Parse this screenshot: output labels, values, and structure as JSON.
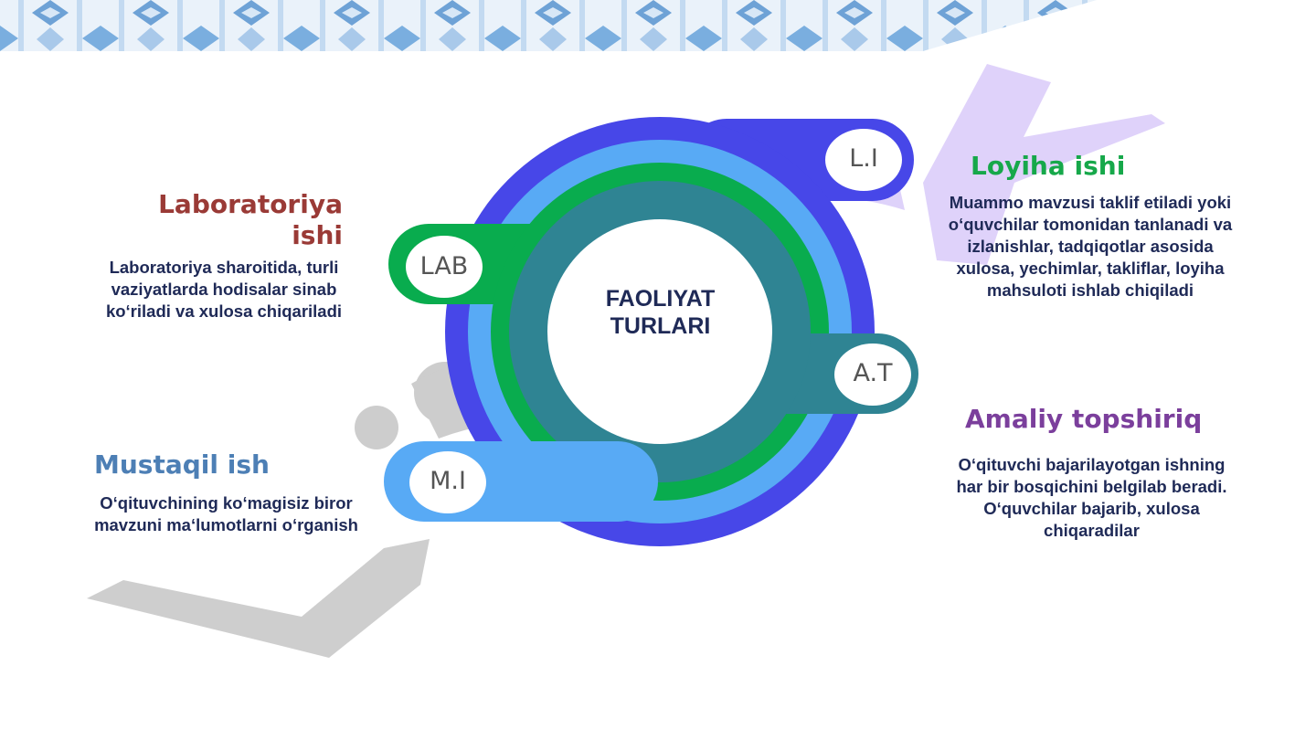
{
  "center": {
    "line1": "FAOLIYAT",
    "line2": "TURLARI"
  },
  "tags": {
    "li": "L.I",
    "lab": "LAB",
    "at": "A.T",
    "mi": "M.I"
  },
  "sections": {
    "loyiha": {
      "title": "Loyiha ishi",
      "desc": "Muammo mavzusi taklif etiladi yoki o‘quvchilar tomonidan tanlanadi va izlanishlar, tadqiqotlar asosida xulosa, yechimlar, takliflar, loyiha mahsuloti ishlab chiqiladi"
    },
    "laboratoriya": {
      "title_line1": "Laboratoriya",
      "title_line2": "ishi",
      "desc": "Laboratoriya sharoitida, turli vaziyatlarda hodisalar sinab ko‘riladi va xulosa chiqariladi"
    },
    "amaliy": {
      "title": "Amaliy topshiriq",
      "desc": "O‘qituvchi bajarilayotgan ishning har bir bosqichini belgilab beradi. O‘quvchilar bajarib, xulosa chiqaradilar"
    },
    "mustaqil": {
      "title": "Mustaqil ish",
      "desc": "O‘qituvchining ko‘magisiz biror mavzuni ma‘lumotlarni o‘rganish"
    }
  },
  "colors": {
    "ring_outer": "#4747e8",
    "ring_light": "#58aaf5",
    "ring_green": "#09ac4e",
    "ring_teal": "#2f8493",
    "loyiha_title": "#16a84a",
    "laboratoriya_title": "#9a3a36",
    "amaliy_title": "#7b3f9c",
    "mustaqil_title": "#4d7fb5"
  }
}
